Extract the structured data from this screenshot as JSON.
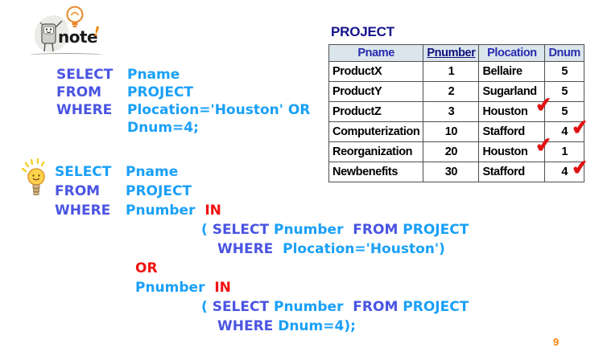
{
  "colors": {
    "kw": "#4a54e2",
    "ident": "#1aa0f8",
    "red": "#f21111",
    "tbltitle": "#14148c",
    "thtext": "#2b2bb0",
    "thbg": "#dae6ec",
    "check": "#e01212",
    "pagenum": "#f5820a"
  },
  "note_badge": {
    "label": "note",
    "mark": "!"
  },
  "page_number": "9",
  "query1": {
    "lines": [
      {
        "indent": 0,
        "tokens": [
          {
            "t": "SELECT",
            "c": "kw",
            "w": 88
          },
          {
            "t": "Pname",
            "c": "id"
          }
        ]
      },
      {
        "indent": 0,
        "tokens": [
          {
            "t": "FROM",
            "c": "kw",
            "w": 88
          },
          {
            "t": "PROJECT",
            "c": "id"
          }
        ]
      },
      {
        "indent": 0,
        "tokens": [
          {
            "t": "WHERE",
            "c": "kw",
            "w": 88
          },
          {
            "t": "Plocation='Houston' OR",
            "c": "id"
          }
        ]
      },
      {
        "indent": 0,
        "tokens": [
          {
            "t": "",
            "c": "id",
            "w": 88
          },
          {
            "t": "Dnum=4;",
            "c": "id"
          }
        ]
      }
    ]
  },
  "query2": {
    "lines": [
      {
        "indent": 0,
        "tokens": [
          {
            "t": "SELECT",
            "c": "id",
            "w": 88
          },
          {
            "t": "Pname",
            "c": "id"
          }
        ]
      },
      {
        "indent": 0,
        "tokens": [
          {
            "t": "FROM",
            "c": "kw",
            "w": 88
          },
          {
            "t": "PROJECT",
            "c": "id"
          }
        ]
      },
      {
        "indent": 0,
        "tokens": [
          {
            "t": "WHERE",
            "c": "kw",
            "w": 88
          },
          {
            "t": "Pnumber  ",
            "c": "id"
          },
          {
            "t": "IN",
            "c": "red"
          }
        ]
      },
      {
        "indent": 182,
        "tokens": [
          {
            "t": "( ",
            "c": "id"
          },
          {
            "t": "SELECT",
            "c": "kw"
          },
          {
            "t": " Pnumber  ",
            "c": "id"
          },
          {
            "t": "FROM",
            "c": "kw"
          },
          {
            "t": " PROJECT",
            "c": "id"
          }
        ]
      },
      {
        "indent": 202,
        "tokens": [
          {
            "t": "WHERE",
            "c": "kw"
          },
          {
            "t": "  Plocation='Houston')",
            "c": "id"
          }
        ]
      },
      {
        "indent": 100,
        "tokens": [
          {
            "t": "OR",
            "c": "red"
          }
        ]
      },
      {
        "indent": 100,
        "tokens": [
          {
            "t": "Pnumber  ",
            "c": "id"
          },
          {
            "t": "IN",
            "c": "red"
          }
        ]
      },
      {
        "indent": 182,
        "tokens": [
          {
            "t": "( ",
            "c": "id"
          },
          {
            "t": "SELECT",
            "c": "kw"
          },
          {
            "t": " Pnumber  ",
            "c": "id"
          },
          {
            "t": "FROM",
            "c": "kw"
          },
          {
            "t": " PROJECT",
            "c": "id"
          }
        ]
      },
      {
        "indent": 202,
        "tokens": [
          {
            "t": "WHERE",
            "c": "kw"
          },
          {
            "t": " Dnum=4);",
            "c": "id"
          }
        ]
      }
    ]
  },
  "table": {
    "title": "PROJECT",
    "check_glyph": "✔",
    "columns": [
      {
        "label": "Pname",
        "key": false,
        "width": 110,
        "align": "left"
      },
      {
        "label": "Pnumber",
        "key": true,
        "width": 61,
        "align": "center"
      },
      {
        "label": "Plocation",
        "key": false,
        "width": 82,
        "align": "left"
      },
      {
        "label": "Dnum",
        "key": false,
        "width": 38,
        "align": "center"
      }
    ],
    "rows": [
      {
        "cells": [
          "ProductX",
          "1",
          "Bellaire",
          "5"
        ],
        "check_plocation": false,
        "check_dnum": false
      },
      {
        "cells": [
          "ProductY",
          "2",
          "Sugarland",
          "5"
        ],
        "check_plocation": false,
        "check_dnum": false
      },
      {
        "cells": [
          "ProductZ",
          "3",
          "Houston",
          "5"
        ],
        "check_plocation": true,
        "check_dnum": false
      },
      {
        "cells": [
          "Computerization",
          "10",
          "Stafford",
          "4"
        ],
        "check_plocation": false,
        "check_dnum": true
      },
      {
        "cells": [
          "Reorganization",
          "20",
          "Houston",
          "1"
        ],
        "check_plocation": true,
        "check_dnum": false
      },
      {
        "cells": [
          "Newbenefits",
          "30",
          "Stafford",
          "4"
        ],
        "check_plocation": false,
        "check_dnum": true
      }
    ]
  }
}
